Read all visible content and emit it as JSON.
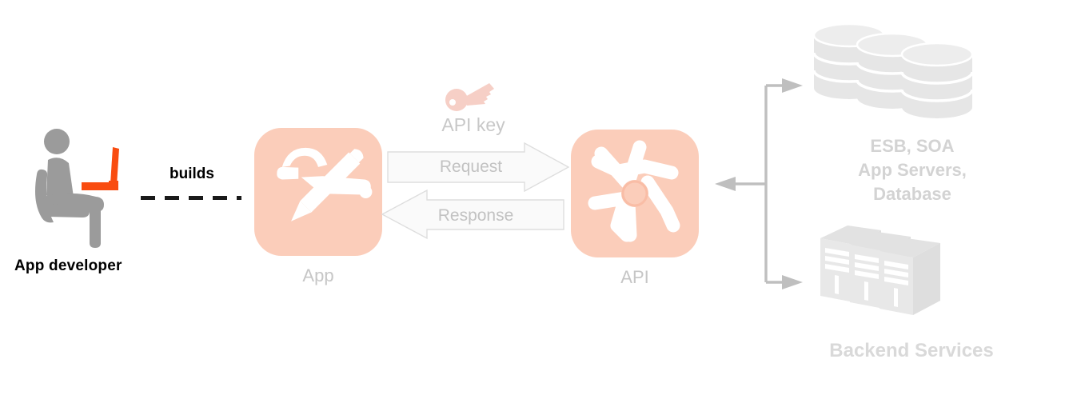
{
  "diagram": {
    "title_alt": "API architecture diagram",
    "background": "#ffffff",
    "colors": {
      "tile_fill": "#fbcdba",
      "icon_white": "#ffffff",
      "label_gray": "#c6c6c6",
      "backend_gray": "#e2e2e2",
      "connector_gray": "#bfbfbf",
      "accent_orange": "#f94c10",
      "person_gray": "#9b9b9b",
      "key_pink": "#f6cfc6",
      "text_black": "#000000"
    }
  },
  "actor": {
    "label": "App developer",
    "icon": "seated-developer-icon"
  },
  "builds_link": {
    "label": "builds",
    "style": "dashed"
  },
  "app_node": {
    "label": "App",
    "icon": "wrench-and-pencil-icon"
  },
  "api_node": {
    "label": "API",
    "icon": "api-hub-star-icon"
  },
  "credential": {
    "label": "API key",
    "icon": "key-icon"
  },
  "flows": [
    {
      "label": "Request",
      "direction": "right",
      "icon": "arrow-right-icon"
    },
    {
      "label": "Response",
      "direction": "left",
      "icon": "arrow-left-icon"
    }
  ],
  "backend": {
    "top": {
      "label_lines": [
        "ESB, SOA",
        "App Servers,",
        "Database"
      ],
      "label": "ESB, SOA\nApp Servers,\nDatabase",
      "icon": "database-cylinders-icon"
    },
    "bottom": {
      "label": "Backend Services",
      "icon": "server-towers-icon"
    },
    "connector_arrows": [
      "arrow-up-right-icon",
      "arrow-left-icon",
      "arrow-down-right-icon"
    ]
  }
}
